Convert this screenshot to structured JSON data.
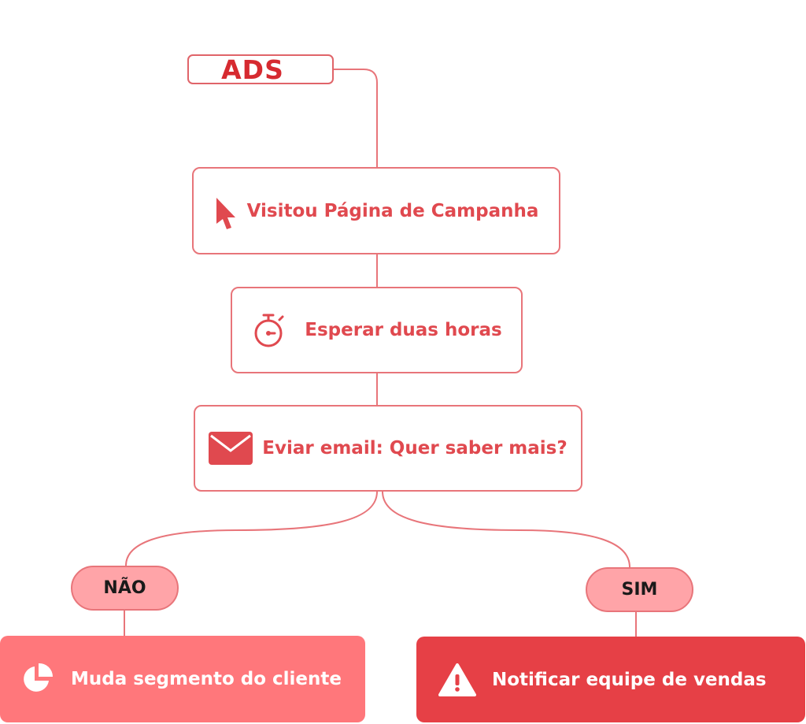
{
  "colors": {
    "accent": "#e0494f",
    "border": "#e8757a",
    "pill_fill": "#ffa4a8",
    "action_light": "#ff777b",
    "action_dark": "#e64046"
  },
  "nodes": {
    "ads": {
      "label": "ADS"
    },
    "visit": {
      "label": "Visitou Página de Campanha",
      "icon": "cursor-arrow-icon"
    },
    "wait": {
      "label": "Esperar duas horas",
      "icon": "stopwatch-icon"
    },
    "email": {
      "label": "Eviar email: Quer saber mais?",
      "icon": "envelope-icon"
    }
  },
  "branches": {
    "no": {
      "label": "NÃO"
    },
    "yes": {
      "label": "SIM"
    }
  },
  "actions": {
    "no": {
      "label": "Muda segmento do cliente",
      "icon": "pie-chart-icon"
    },
    "yes": {
      "label": "Notificar equipe de vendas",
      "icon": "warning-icon"
    }
  }
}
